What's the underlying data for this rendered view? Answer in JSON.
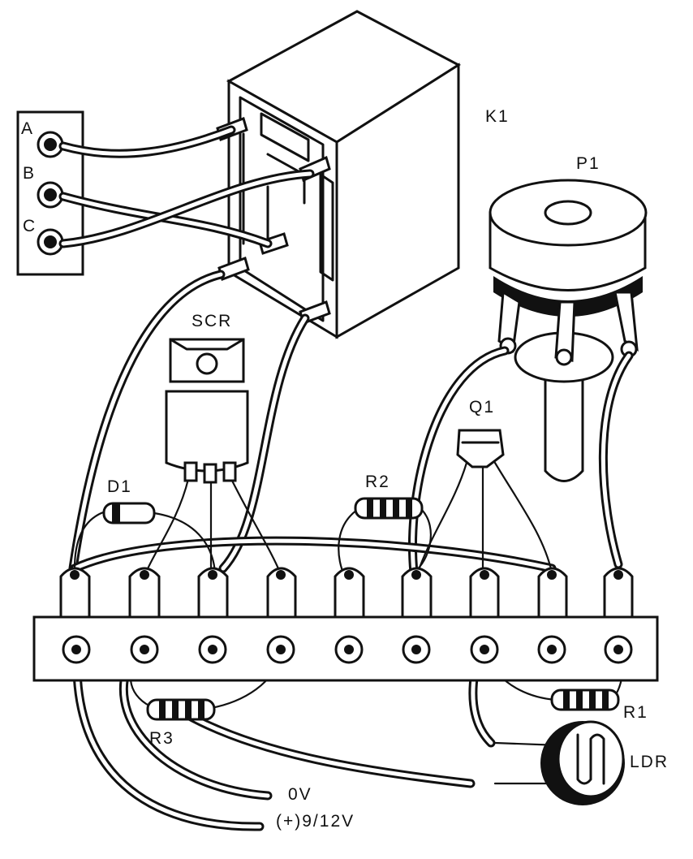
{
  "labels": {
    "relay": "K1",
    "potentiometer": "P1",
    "scr": "SCR",
    "transistor": "Q1",
    "diode": "D1",
    "resistor_r2": "R2",
    "resistor_r1": "R1",
    "resistor_r3": "R3",
    "ldr": "LDR",
    "terminal_a": "A",
    "terminal_b": "B",
    "terminal_c": "C",
    "ground": "0V",
    "supply": "(+)9/12V"
  }
}
